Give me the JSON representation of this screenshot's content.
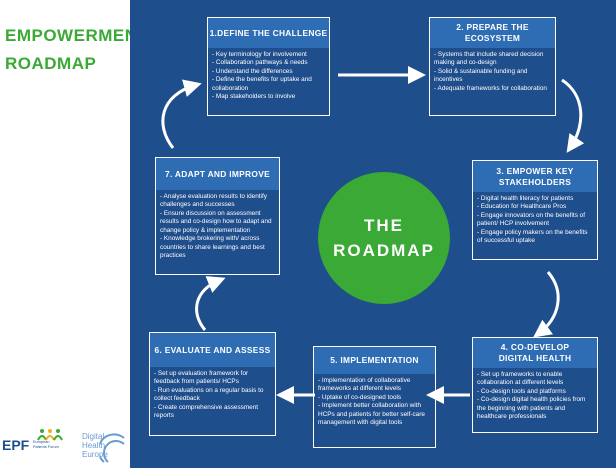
{
  "title": {
    "line1": "EMPOWERMENT",
    "line2": "ROADMAP"
  },
  "center": {
    "line1": "THE",
    "line2": "ROADMAP"
  },
  "steps": [
    {
      "title": "1.DEFINE THE CHALLENGE",
      "items": [
        "- Key terminology for involvement",
        "- Collaboration pathways & needs",
        "- Understand the differences",
        "- Define the benefits for uptake and collaboration",
        "- Map stakeholders to involve"
      ]
    },
    {
      "title": "2. PREPARE THE ECOSYSTEM",
      "items": [
        "- Systems that include shared decision making and co-design",
        "- Solid & sustainable funding and incentives",
        "- Adequate frameworks for collaboration"
      ]
    },
    {
      "title": "3. EMPOWER KEY STAKEHOLDERS",
      "items": [
        "- Digital health literacy for patients",
        "- Education for Healthcare Pros",
        "- Engage innovators on the benefits of patient/ HCP involvement",
        "- Engage policy makers on the benefits of successful uptake"
      ]
    },
    {
      "title": "4. CO-DEVELOP DIGITAL HEALTH",
      "items": [
        "- Set up frameworks to enable collaboration at different levels",
        "- Co-design tools and platforms",
        "- Co-design digital health policies from the beginning with patients and healthcare professionals"
      ]
    },
    {
      "title": "5. IMPLEMENTATION",
      "items": [
        "- Implementation of collaborative frameworks at different levels",
        "- Uptake of co-designed tools",
        "- Implement better collaboration with HCPs and patients for better self-care management with digital tools"
      ]
    },
    {
      "title": "6. EVALUATE AND ASSESS",
      "items": [
        "- Set up evaluation framework for feedback from patients/ HCPs",
        "- Run evaluations on a regular basis to collect feedback",
        "- Create comprehensive assessment reports"
      ]
    },
    {
      "title": "7. ADAPT AND IMPROVE",
      "items": [
        "- Analyse evaluation results to identify challenges and successes",
        "- Ensure discussion on assessment results and co-design how to adapt and change policy & implementation",
        "- Knowledge brokering with/ across countries to share learnings and best practices"
      ]
    }
  ],
  "footer": {
    "epf": "EPF",
    "epf_sub": "European Patients Forum",
    "dhe_line1": "Digital",
    "dhe_line2": "Health",
    "dhe_line3": "Europe"
  },
  "colors": {
    "background": "#1f4e8c",
    "header": "#2e6db4",
    "accent": "#3aa935",
    "text": "#ffffff"
  }
}
